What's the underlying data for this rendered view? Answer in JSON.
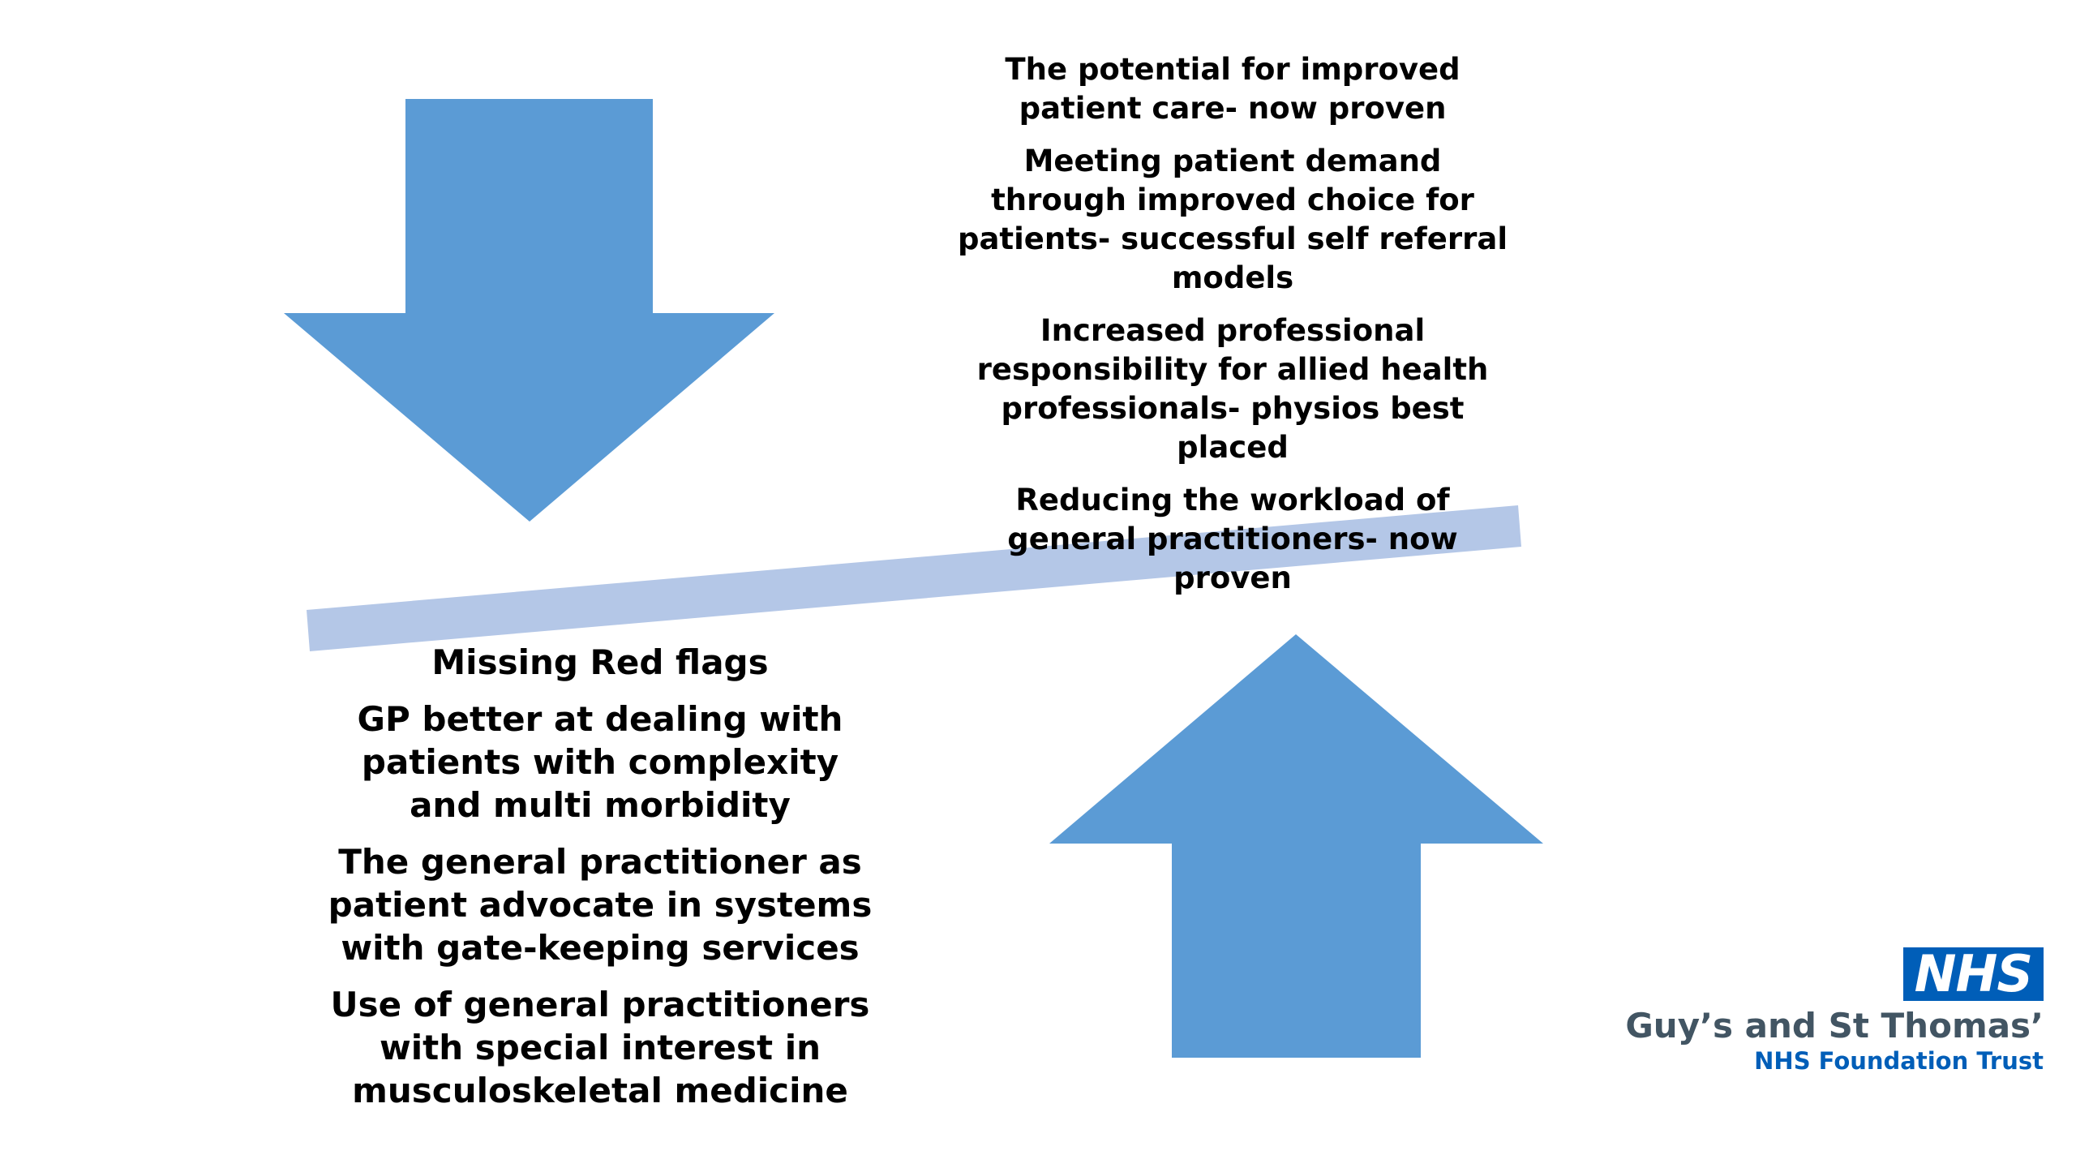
{
  "top_items": [
    "The potential for improved patient care- now proven",
    "Meeting patient demand through improved choice for patients- successful self referral models",
    "Increased professional responsibility for allied health professionals- physios best placed",
    "Reducing the workload of general practitioners- now proven"
  ],
  "bottom_items": [
    "Missing Red flags",
    "GP better at dealing with patients with complexity and multi morbidity",
    "The general practitioner as patient advocate in systems with gate-keeping services",
    "Use of general practitioners with special interest in musculoskeletal medicine"
  ],
  "logo": {
    "badge": "NHS",
    "name": "Guy’s and St Thomas’",
    "subtitle": "NHS Foundation Trust"
  },
  "colors": {
    "arrow": "#5b9bd5",
    "beam": "#b4c7e7",
    "nhs_blue": "#005eb8"
  }
}
